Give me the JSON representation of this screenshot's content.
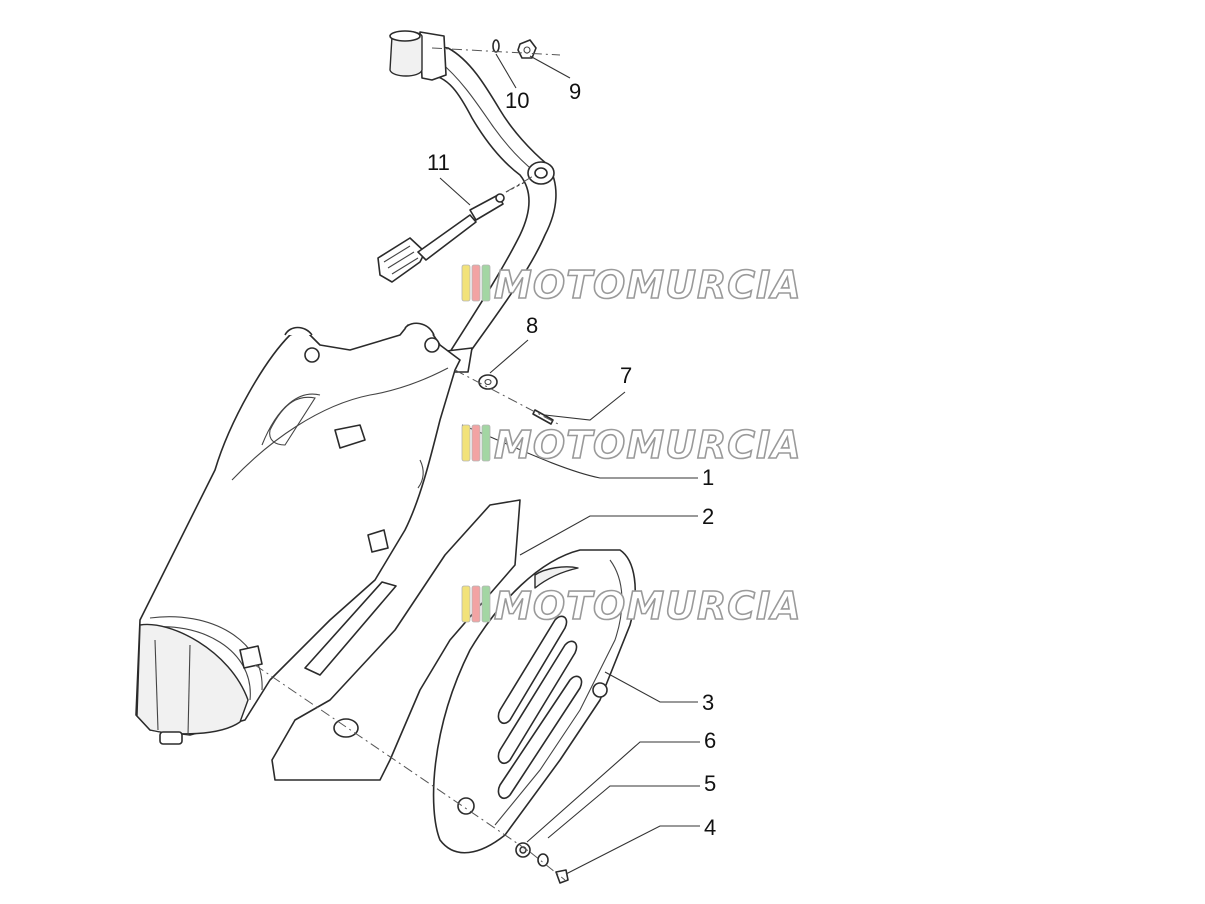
{
  "diagram": {
    "callouts": [
      {
        "id": "1",
        "label": "1"
      },
      {
        "id": "2",
        "label": "2"
      },
      {
        "id": "3",
        "label": "3"
      },
      {
        "id": "4",
        "label": "4"
      },
      {
        "id": "5",
        "label": "5"
      },
      {
        "id": "6",
        "label": "6"
      },
      {
        "id": "7",
        "label": "7"
      },
      {
        "id": "8",
        "label": "8"
      },
      {
        "id": "9",
        "label": "9"
      },
      {
        "id": "10",
        "label": "10"
      },
      {
        "id": "11",
        "label": "11"
      }
    ]
  },
  "watermark": {
    "text": "MOTOMURCIA",
    "stripe_colors": [
      "#f2e27a",
      "#f2a3a3",
      "#a3d6a3"
    ]
  }
}
